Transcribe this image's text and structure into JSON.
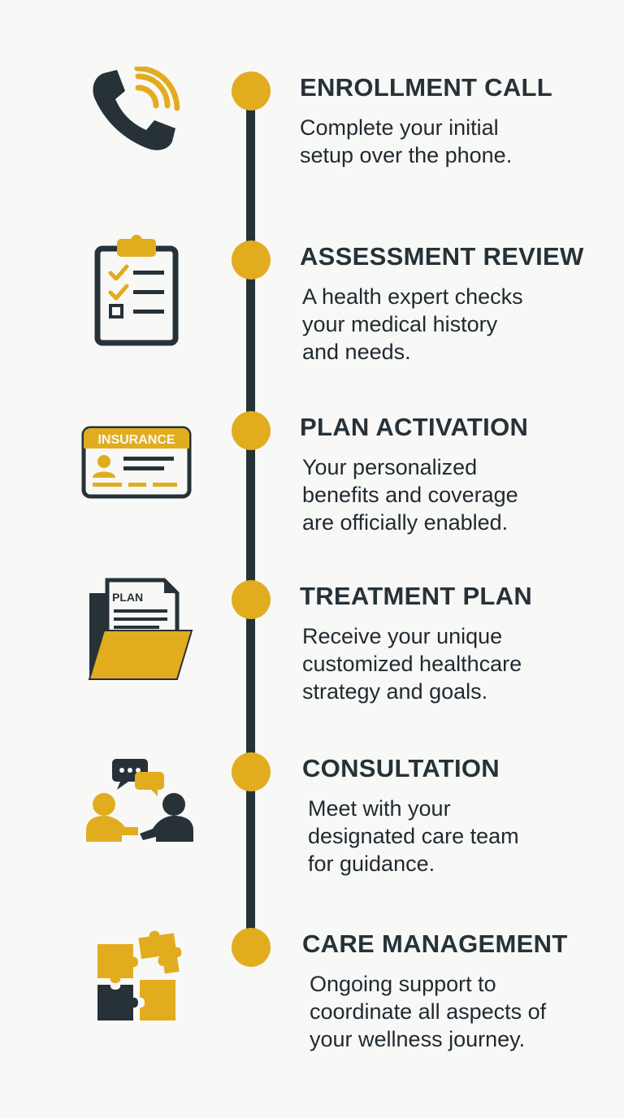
{
  "colors": {
    "accent": "#e2ac1f",
    "dark": "#263238",
    "background": "#f8f8f7"
  },
  "steps": [
    {
      "title": "ENROLLMENT CALL",
      "description": "Complete your initial\nsetup over the phone.",
      "icon": "phone-icon"
    },
    {
      "title": "ASSESSMENT REVIEW",
      "description": "A health expert checks\nyour medical history\nand needs.",
      "icon": "clipboard-icon"
    },
    {
      "title": "PLAN ACTIVATION",
      "description": "Your personalized\nbenefits and coverage\nare officially enabled.",
      "icon": "insurance-card-icon",
      "icon_label": "INSURANCE"
    },
    {
      "title": "TREATMENT PLAN",
      "description": "Receive your unique\ncustomized healthcare\nstrategy and goals.",
      "icon": "plan-folder-icon",
      "icon_label": "PLAN"
    },
    {
      "title": "CONSULTATION",
      "description": "Meet with your\ndesignated care team\nfor guidance.",
      "icon": "consultation-icon"
    },
    {
      "title": "CARE MANAGEMENT",
      "description": "Ongoing support to\ncoordinate all aspects of\nyour wellness journey.",
      "icon": "puzzle-icon"
    }
  ]
}
